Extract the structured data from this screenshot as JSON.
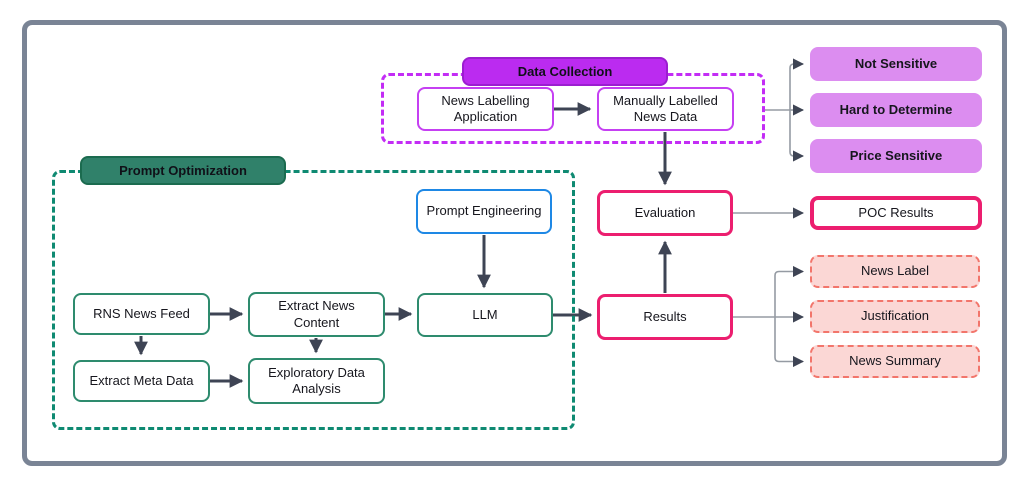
{
  "groups": {
    "data_collection": {
      "title": "Data Collection"
    },
    "prompt_optimization": {
      "title": "Prompt Optimization"
    }
  },
  "nodes": {
    "news_labelling_application": "News Labelling Application",
    "manually_labelled_news_data": "Manually Labelled News Data",
    "not_sensitive": "Not Sensitive",
    "hard_to_determine": "Hard to Determine",
    "price_sensitive": "Price Sensitive",
    "prompt_engineering": "Prompt Engineering",
    "rns_news_feed": "RNS News Feed",
    "extract_news_content": "Extract News Content",
    "extract_meta_data": "Extract Meta Data",
    "exploratory_data_analysis": "Exploratory Data Analysis",
    "llm": "LLM",
    "evaluation": "Evaluation",
    "results": "Results",
    "poc_results": "POC Results",
    "news_label": "News Label",
    "justification": "Justification",
    "news_summary": "News Summary"
  },
  "colors": {
    "frame_grey": "#7A8495",
    "purple_accent": "#C32CF5",
    "purple_header_fill": "#BB2BF0",
    "purple_output_fill": "#DC8DF0",
    "teal_accent": "#0F8A72",
    "teal_header_fill": "#30816A",
    "blue_accent": "#1E88E5",
    "pink_accent": "#EC1E6F",
    "pink_output_fill": "#FBD7D5",
    "pink_output_border": "#F2756B",
    "arrow_dark": "#3E4454",
    "arrow_thin_grey": "#959BA3"
  }
}
